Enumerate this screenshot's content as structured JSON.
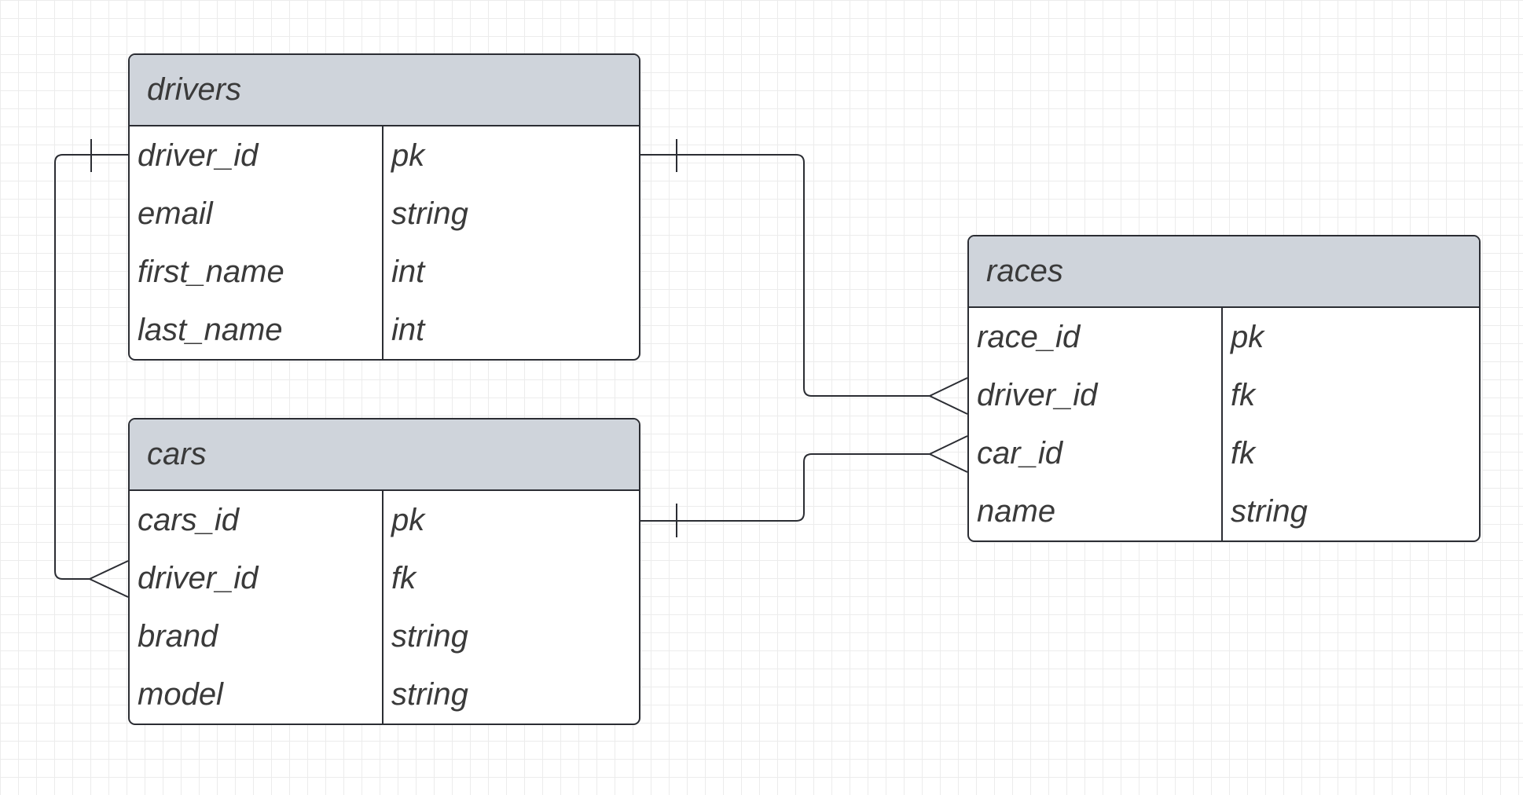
{
  "canvas": {
    "background": "#ffffff",
    "grid_color": "#ececec"
  },
  "colors": {
    "header_fill": "#cfd4db",
    "border": "#2b2d33",
    "text": "#3a3a3a"
  },
  "entities": [
    {
      "id": "drivers",
      "name": "drivers",
      "rows": [
        {
          "field": "driver_id",
          "type": "pk"
        },
        {
          "field": "email",
          "type": "string"
        },
        {
          "field": "first_name",
          "type": "int"
        },
        {
          "field": "last_name",
          "type": "int"
        }
      ]
    },
    {
      "id": "cars",
      "name": "cars",
      "rows": [
        {
          "field": "cars_id",
          "type": "pk"
        },
        {
          "field": "driver_id",
          "type": "fk"
        },
        {
          "field": "brand",
          "type": "string"
        },
        {
          "field": "model",
          "type": "string"
        }
      ]
    },
    {
      "id": "races",
      "name": "races",
      "rows": [
        {
          "field": "race_id",
          "type": "pk"
        },
        {
          "field": "driver_id",
          "type": "fk"
        },
        {
          "field": "car_id",
          "type": "fk"
        },
        {
          "field": "name",
          "type": "string"
        }
      ]
    }
  ],
  "relationships": [
    {
      "from": "drivers.driver_id",
      "from_end": "one",
      "to": "cars.driver_id",
      "to_end": "many"
    },
    {
      "from": "drivers.driver_id",
      "from_end": "one",
      "to": "races.driver_id",
      "to_end": "many"
    },
    {
      "from": "cars.cars_id",
      "from_end": "one",
      "to": "races.car_id",
      "to_end": "many"
    }
  ]
}
